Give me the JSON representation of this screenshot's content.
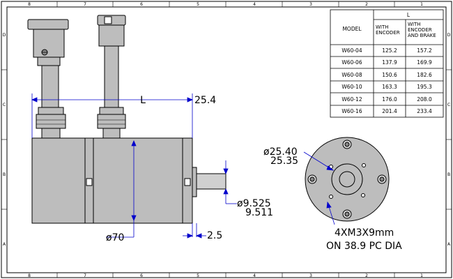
{
  "zones": {
    "columns": [
      "8",
      "7",
      "6",
      "5",
      "4",
      "3",
      "2",
      "1"
    ],
    "rows": [
      "D",
      "C",
      "B",
      "A"
    ]
  },
  "table": {
    "header_model": "MODEL",
    "header_group": "L",
    "header_col1": [
      "WITH",
      "ENCODER"
    ],
    "header_col2": [
      "WITH",
      "ENCODER",
      "AND BRAKE"
    ],
    "rows": [
      {
        "model": "W60-04",
        "encoder": "125.2",
        "brake": "157.2"
      },
      {
        "model": "W60-06",
        "encoder": "137.9",
        "brake": "169.9"
      },
      {
        "model": "W60-08",
        "encoder": "150.6",
        "brake": "182.6"
      },
      {
        "model": "W60-10",
        "encoder": "163.3",
        "brake": "195.3"
      },
      {
        "model": "W60-12",
        "encoder": "176.0",
        "brake": "208.0"
      },
      {
        "model": "W60-16",
        "encoder": "201.4",
        "brake": "233.4"
      }
    ]
  },
  "dimensions": {
    "length": "L",
    "flange": "25.4",
    "body_dia": "ø70",
    "pilot_thk": "2.5",
    "shaft_dia_max": "ø9.525",
    "shaft_dia_min": "9.511",
    "pilot_dia_max": "ø25.40",
    "pilot_dia_min": "25.35",
    "holes_line1": "4XM3X9mm",
    "holes_line2": "ON 38.9 PC DIA"
  },
  "colors": {
    "motor_body": "#bdbdbd",
    "line": "#000000",
    "dimension": "#0000cc"
  }
}
